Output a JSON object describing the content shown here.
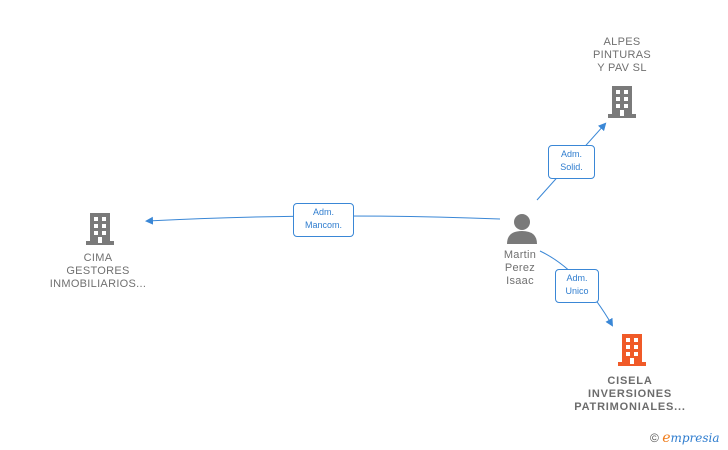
{
  "nodes": {
    "alpes": {
      "type": "company",
      "label_lines": [
        "ALPES",
        "PINTURAS",
        "Y PAV  SL"
      ],
      "color": "#7a7a7a"
    },
    "cima": {
      "type": "company",
      "label_lines": [
        "CIMA",
        "GESTORES",
        "INMOBILIARIOS..."
      ],
      "color": "#7a7a7a"
    },
    "person": {
      "type": "person",
      "label_lines": [
        "Martin",
        "Perez",
        "Isaac"
      ],
      "color": "#7a7a7a"
    },
    "cisela": {
      "type": "company",
      "label_lines": [
        "CISELA",
        "INVERSIONES",
        "PATRIMONIALES..."
      ],
      "color": "#f05a28",
      "highlighted": true
    }
  },
  "edges": {
    "to_cima": {
      "label_lines": [
        "Adm.",
        "Mancom."
      ]
    },
    "to_alpes": {
      "label_lines": [
        "Adm.",
        "Solid."
      ]
    },
    "to_cisela": {
      "label_lines": [
        "Adm.",
        "Unico"
      ]
    }
  },
  "colors": {
    "edge": "#3a87d6",
    "node_gray": "#7a7a7a",
    "node_highlight": "#f05a28"
  },
  "watermark": {
    "symbol": "©",
    "brand_initial": "e",
    "brand_rest": "mpresia"
  }
}
